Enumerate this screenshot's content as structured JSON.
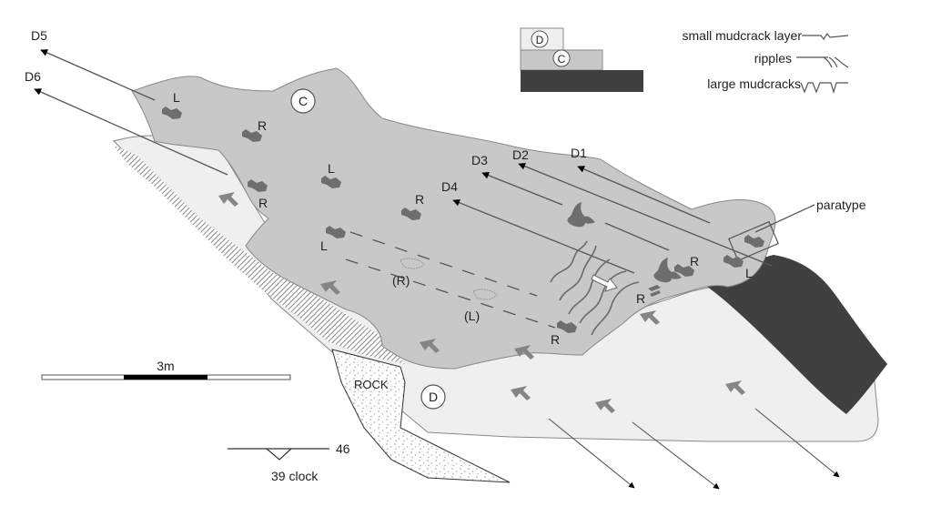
{
  "colors": {
    "layer_c_fill": "#c8c8c8",
    "layer_d_fill": "#efefef",
    "large_mudcracks_fill": "#404040",
    "hatch": "#8a8a8a",
    "track_fill": "#6e6e6e",
    "flow_marker_fill": "#858585",
    "line": "#555555",
    "arrowhead": "#000000"
  },
  "trackways": [
    {
      "label": "D1"
    },
    {
      "label": "D2"
    },
    {
      "label": "D3"
    },
    {
      "label": "D4"
    },
    {
      "label": "D5"
    },
    {
      "label": "D6"
    }
  ],
  "footprint_labels": {
    "L": "L",
    "R": "R",
    "uncertain_R": "(R)",
    "uncertain_L": "(L)"
  },
  "layers": {
    "C": "C",
    "D": "D"
  },
  "rock_label": "ROCK",
  "paratype_label": "paratype",
  "legend": {
    "stack_labels": [
      "D",
      "C"
    ],
    "items": [
      {
        "label": "small mudcrack layer",
        "symbol": "small-mudcrack"
      },
      {
        "label": "ripples",
        "symbol": "ripples"
      },
      {
        "label": "large mudcracks",
        "symbol": "large-mudcracks"
      }
    ]
  },
  "scale_bar": {
    "label": "3m",
    "segments": 3
  },
  "strike_dip": {
    "strike": "46",
    "dip": "39 clock"
  }
}
